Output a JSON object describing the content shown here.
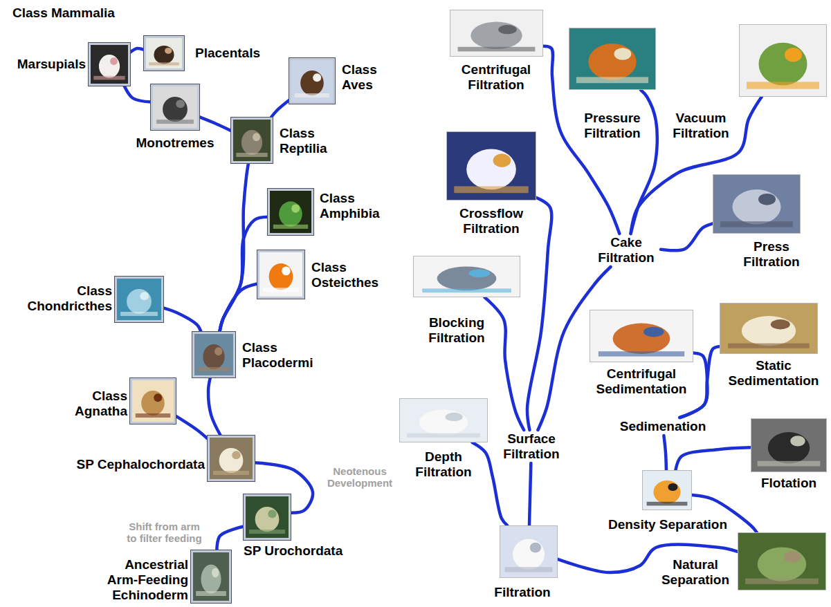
{
  "diagram": {
    "nodes": [
      {
        "text": [
          "Placentals"
        ]
      },
      {
        "text": [
          "Marsupials"
        ]
      },
      {
        "text": [
          "Monotremes"
        ]
      },
      {
        "text": [
          "Class Aves"
        ]
      },
      {
        "text": [
          "Class Reptilia"
        ]
      },
      {
        "text": [
          "Class Amphibia"
        ]
      },
      {
        "text": [
          "Class Osteicthes"
        ]
      },
      {
        "text": [
          "Class Chondricthes"
        ]
      },
      {
        "text": [
          "Class Placodermi"
        ]
      },
      {
        "text": [
          "Class Agnatha"
        ]
      },
      {
        "text": [
          "SP Cephalochordata"
        ]
      },
      {
        "text": [
          "SP Urochordata"
        ]
      },
      {
        "text": [
          "Ancestrial Arm-Feeding Echinoderm"
        ]
      },
      {
        "text": [
          "Centrifugal Filtration"
        ]
      },
      {
        "text": [
          "Pressure Filtration"
        ]
      },
      {
        "text": [
          "Vacuum Filtration"
        ]
      },
      {
        "text": [
          "Crossflow Filtration"
        ]
      },
      {
        "text": [
          "Cake Filtration"
        ]
      },
      {
        "text": [
          "Press Filtration"
        ]
      },
      {
        "text": [
          "Blocking Filtration"
        ]
      },
      {
        "text": [
          "Centrifugal Sedimentation"
        ]
      },
      {
        "text": [
          "Static Sedimentation"
        ]
      },
      {
        "text": [
          "Depth Filtration"
        ]
      },
      {
        "text": [
          "Surface Filtration"
        ]
      },
      {
        "text": [
          "Sedimenation"
        ]
      },
      {
        "text": [
          "Flotation"
        ]
      },
      {
        "text": [
          "Density Separation"
        ]
      },
      {
        "text": [
          "Filtration"
        ]
      },
      {
        "text": [
          "Natural Separation"
        ]
      }
    ],
    "edges": [
      {
        "from": 1,
        "to": 0,
        "arrow": "none"
      },
      {
        "from": 2,
        "to": 1,
        "arrow": "none"
      },
      {
        "from": 4,
        "to": 2,
        "arrow": "none"
      },
      {
        "from": 4,
        "to": 3,
        "arrow": "none"
      },
      {
        "from": 8,
        "to": 4,
        "arrow": "none"
      },
      {
        "from": 8,
        "to": 5,
        "arrow": "none"
      },
      {
        "from": 8,
        "to": 6,
        "arrow": "none"
      },
      {
        "from": 8,
        "to": 7,
        "arrow": "none"
      },
      {
        "from": 10,
        "to": 8,
        "arrow": "none"
      },
      {
        "from": 10,
        "to": 9,
        "arrow": "none"
      },
      {
        "from": 11,
        "to": 10,
        "label": "Neotenous Development",
        "arrow": "none"
      },
      {
        "from": 12,
        "to": 11,
        "label": "Shift from arm to filter feeding",
        "arrow": "none"
      },
      {
        "from": 28,
        "to": 27,
        "arrow": "none"
      },
      {
        "from": 28,
        "to": 26,
        "arrow": "none"
      },
      {
        "from": 27,
        "to": 22,
        "arrow": "none"
      },
      {
        "from": 27,
        "to": 23,
        "arrow": "none"
      },
      {
        "from": 23,
        "to": 19,
        "arrow": "none"
      },
      {
        "from": 23,
        "to": 16,
        "arrow": "none"
      },
      {
        "from": 23,
        "to": 17,
        "arrow": "none"
      },
      {
        "from": 17,
        "to": 13,
        "arrow": "none"
      },
      {
        "from": 17,
        "to": 14,
        "arrow": "none"
      },
      {
        "from": 17,
        "to": 15,
        "arrow": "none"
      },
      {
        "from": 17,
        "to": 18,
        "arrow": "none"
      },
      {
        "from": 26,
        "to": 24,
        "arrow": "none"
      },
      {
        "from": 26,
        "to": 25,
        "arrow": "none"
      },
      {
        "from": 24,
        "to": 20,
        "arrow": "none"
      },
      {
        "from": 24,
        "to": 21,
        "arrow": "none"
      }
    ],
    "labels": [
      "Class Mammalia"
    ]
  }
}
